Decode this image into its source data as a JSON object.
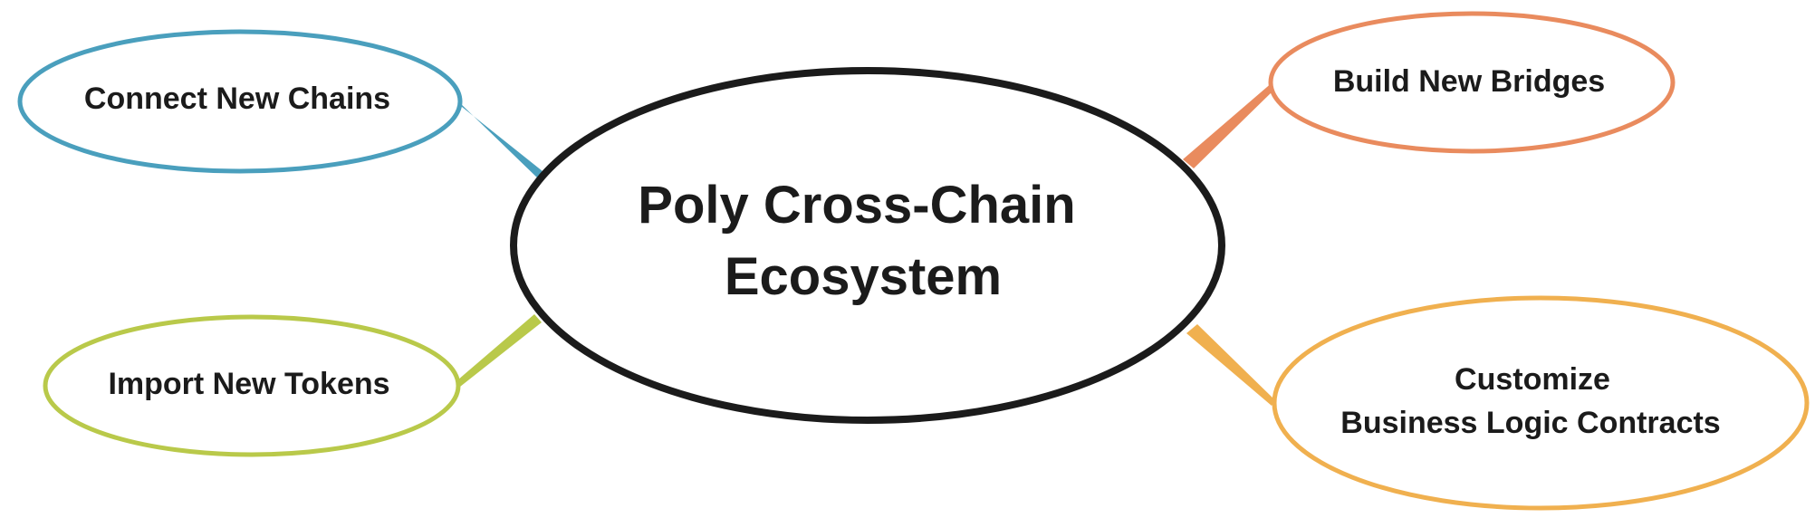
{
  "center": {
    "line1": "Poly Cross-Chain",
    "line2": "Ecosystem",
    "color": "#1b1b1b"
  },
  "nodes": {
    "connect": {
      "label": "Connect New Chains",
      "color": "#4a9fbd"
    },
    "import": {
      "label": "Import New Tokens",
      "color": "#b9c94a"
    },
    "build": {
      "label": "Build New Bridges",
      "color": "#e98b5e"
    },
    "customize": {
      "line1": "Customize",
      "line2": "Business Logic Contracts",
      "color": "#f0b04f"
    }
  }
}
